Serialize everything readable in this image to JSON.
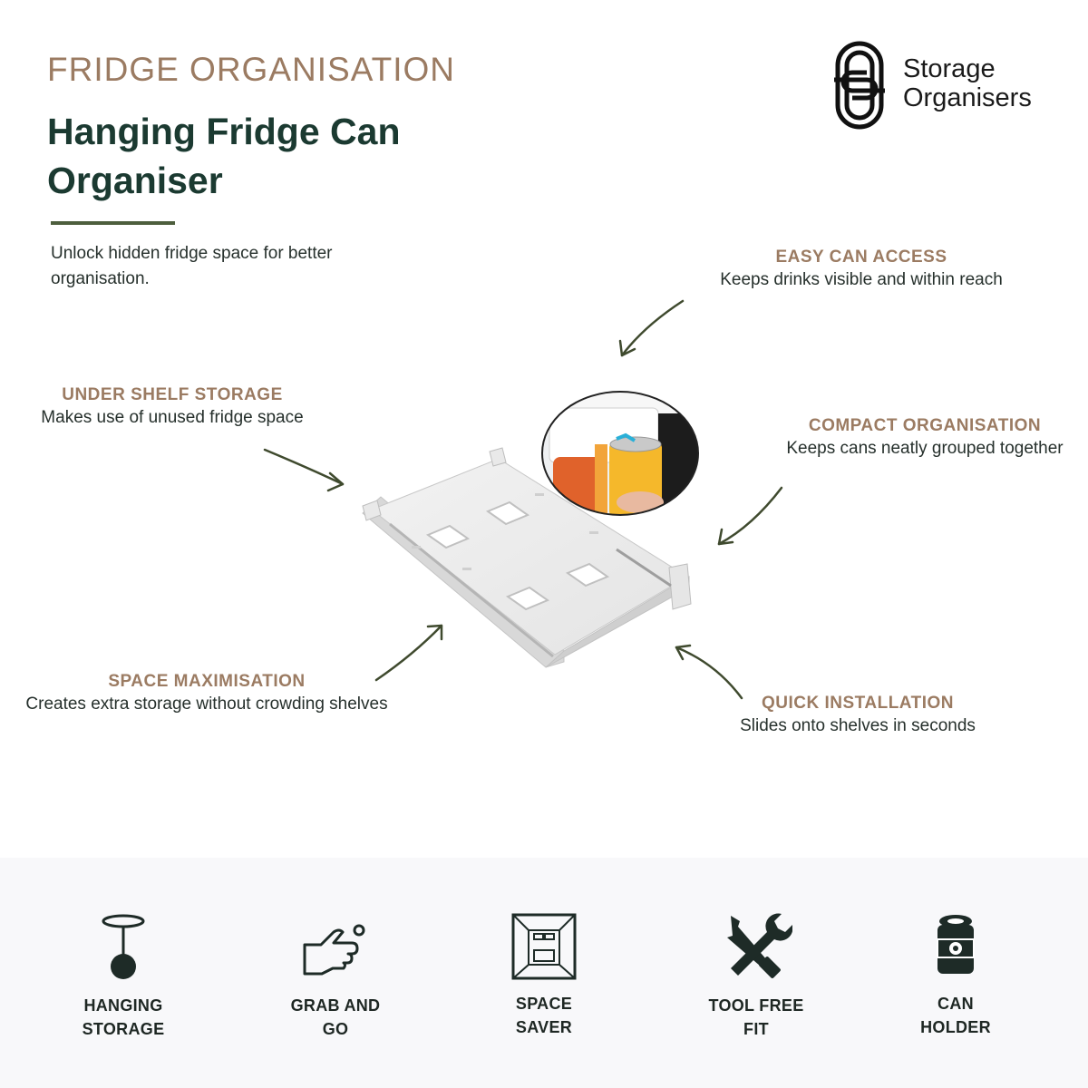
{
  "header": {
    "kicker": "FRIDGE ORGANISATION",
    "title": "Hanging Fridge Can Organiser",
    "intro": "Unlock hidden fridge space for better organisation."
  },
  "logo": {
    "icon": "storage-organisers-logo-icon",
    "line1": "Storage",
    "line2": "Organisers"
  },
  "features": {
    "easy": {
      "heading": "EASY CAN ACCESS",
      "desc": "Keeps drinks visible and within reach"
    },
    "under": {
      "heading": "UNDER SHELF STORAGE",
      "desc": "Makes use of unused fridge space"
    },
    "compact": {
      "heading": "COMPACT ORGANISATION",
      "desc": "Keeps cans neatly grouped together"
    },
    "space": {
      "heading": "SPACE MAXIMISATION",
      "desc": "Creates extra storage without crowding shelves"
    },
    "quick": {
      "heading": "QUICK INSTALLATION",
      "desc": "Slides onto shelves in seconds"
    }
  },
  "benefits": [
    {
      "icon": "hanging-storage-icon",
      "line1": "HANGING",
      "line2": "STORAGE"
    },
    {
      "icon": "grab-hand-icon",
      "line1": "GRAB AND",
      "line2": "GO"
    },
    {
      "icon": "space-saver-icon",
      "line1": "SPACE",
      "line2": "SAVER"
    },
    {
      "icon": "tools-icon",
      "line1": "TOOL FREE",
      "line2": "FIT"
    },
    {
      "icon": "can-icon",
      "line1": "CAN",
      "line2": "HOLDER"
    }
  ],
  "colors": {
    "accent_tan": "#9b7b62",
    "title_green": "#1b3a31",
    "arrow_green": "#3f4a2e",
    "icon_dark": "#1e2b27"
  }
}
